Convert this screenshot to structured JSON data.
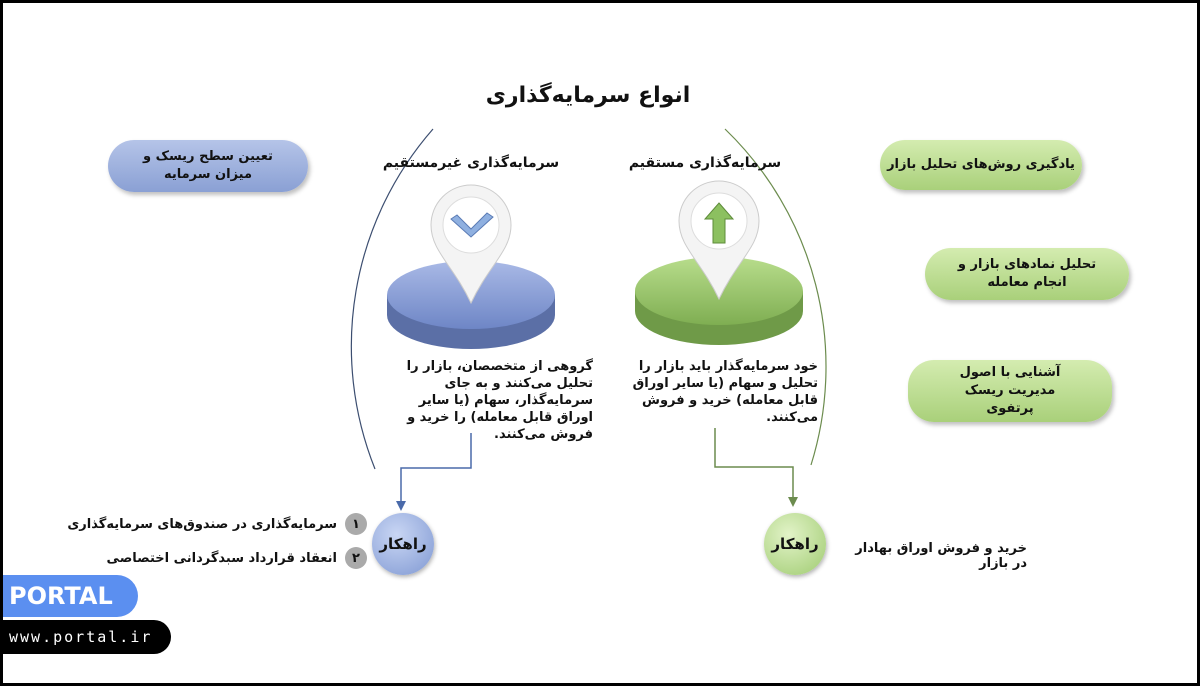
{
  "title": "انواع سرمایه‌گذاری",
  "indirect": {
    "heading": "سرمایه‌گذاری غیرمستقیم",
    "icon": "double-chevron-down-icon",
    "description": "گروهی از متخصصان، بازار را تحلیل می‌کنند و به جای سرمایه‌گذار، سهام (یا سایر اوراق قابل معامله) را خرید و فروش می‌کنند.",
    "pills": [
      "تعیین سطح ریسک و میزان سرمایه"
    ],
    "solution_label": "راهکار",
    "solutions": [
      {
        "number": "۱",
        "text": "سرمایه‌گذاری در صندوق‌های سرمایه‌گذاری"
      },
      {
        "number": "۲",
        "text": "انعقاد قرارداد سبدگردانی اختصاصی"
      }
    ],
    "color": "#8aa0d4"
  },
  "direct": {
    "heading": "سرمایه‌گذاری مستقیم",
    "icon": "arrow-up-icon",
    "description": "خود سرمایه‌گذار باید بازار را تحلیل و سهام (یا سایر اوراق قابل معامله) خرید و فروش می‌کنند.",
    "pills": [
      "یادگیری روش‌های تحلیل بازار",
      "تحلیل نمادهای بازار و انجام معامله",
      "آشنایی با اصول مدیریت ریسک پرتفوی"
    ],
    "solution_label": "راهکار",
    "solution_text": "خرید و فروش اوراق بهادار در بازار",
    "color": "#a9d07a"
  },
  "watermark": {
    "brand": "PORTAL",
    "url": "www.portal.ir"
  }
}
